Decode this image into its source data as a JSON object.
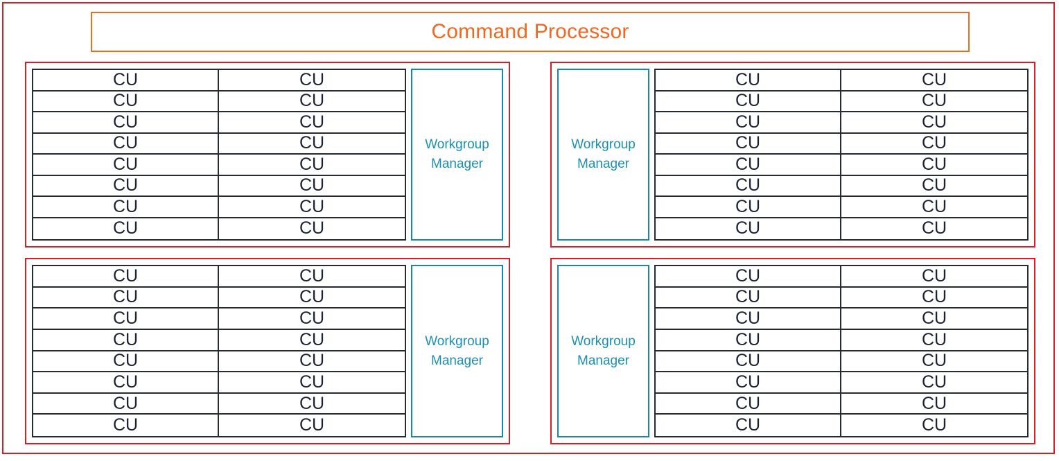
{
  "diagram": {
    "title": "Command Processor",
    "title_color": "#f26722",
    "outer_border_color": "#d41f26",
    "title_border_color": "#e8701a",
    "block_border_color": "#d41f26",
    "cu_border_color": "#262b33",
    "cu_text_color": "#1b2233",
    "workgroup_border_color": "#1787ad",
    "workgroup_text_color": "#1b8fb3",
    "cu_label": "CU",
    "workgroup_label": "Workgroup\nManager",
    "cu_rows": 8,
    "cu_columns": 2,
    "shader_arrays": [
      {
        "id": "shader-array-top-left",
        "position": "top-left",
        "manager_side": "right",
        "manager_label": "Workgroup\nManager",
        "cu_grid": [
          [
            "CU",
            "CU"
          ],
          [
            "CU",
            "CU"
          ],
          [
            "CU",
            "CU"
          ],
          [
            "CU",
            "CU"
          ],
          [
            "CU",
            "CU"
          ],
          [
            "CU",
            "CU"
          ],
          [
            "CU",
            "CU"
          ],
          [
            "CU",
            "CU"
          ]
        ]
      },
      {
        "id": "shader-array-top-right",
        "position": "top-right",
        "manager_side": "left",
        "manager_label": "Workgroup\nManager",
        "cu_grid": [
          [
            "CU",
            "CU"
          ],
          [
            "CU",
            "CU"
          ],
          [
            "CU",
            "CU"
          ],
          [
            "CU",
            "CU"
          ],
          [
            "CU",
            "CU"
          ],
          [
            "CU",
            "CU"
          ],
          [
            "CU",
            "CU"
          ],
          [
            "CU",
            "CU"
          ]
        ]
      },
      {
        "id": "shader-array-bottom-left",
        "position": "bottom-left",
        "manager_side": "right",
        "manager_label": "Workgroup\nManager",
        "cu_grid": [
          [
            "CU",
            "CU"
          ],
          [
            "CU",
            "CU"
          ],
          [
            "CU",
            "CU"
          ],
          [
            "CU",
            "CU"
          ],
          [
            "CU",
            "CU"
          ],
          [
            "CU",
            "CU"
          ],
          [
            "CU",
            "CU"
          ],
          [
            "CU",
            "CU"
          ]
        ]
      },
      {
        "id": "shader-array-bottom-right",
        "position": "bottom-right",
        "manager_side": "left",
        "manager_label": "Workgroup\nManager",
        "cu_grid": [
          [
            "CU",
            "CU"
          ],
          [
            "CU",
            "CU"
          ],
          [
            "CU",
            "CU"
          ],
          [
            "CU",
            "CU"
          ],
          [
            "CU",
            "CU"
          ],
          [
            "CU",
            "CU"
          ],
          [
            "CU",
            "CU"
          ],
          [
            "CU",
            "CU"
          ]
        ]
      }
    ]
  }
}
